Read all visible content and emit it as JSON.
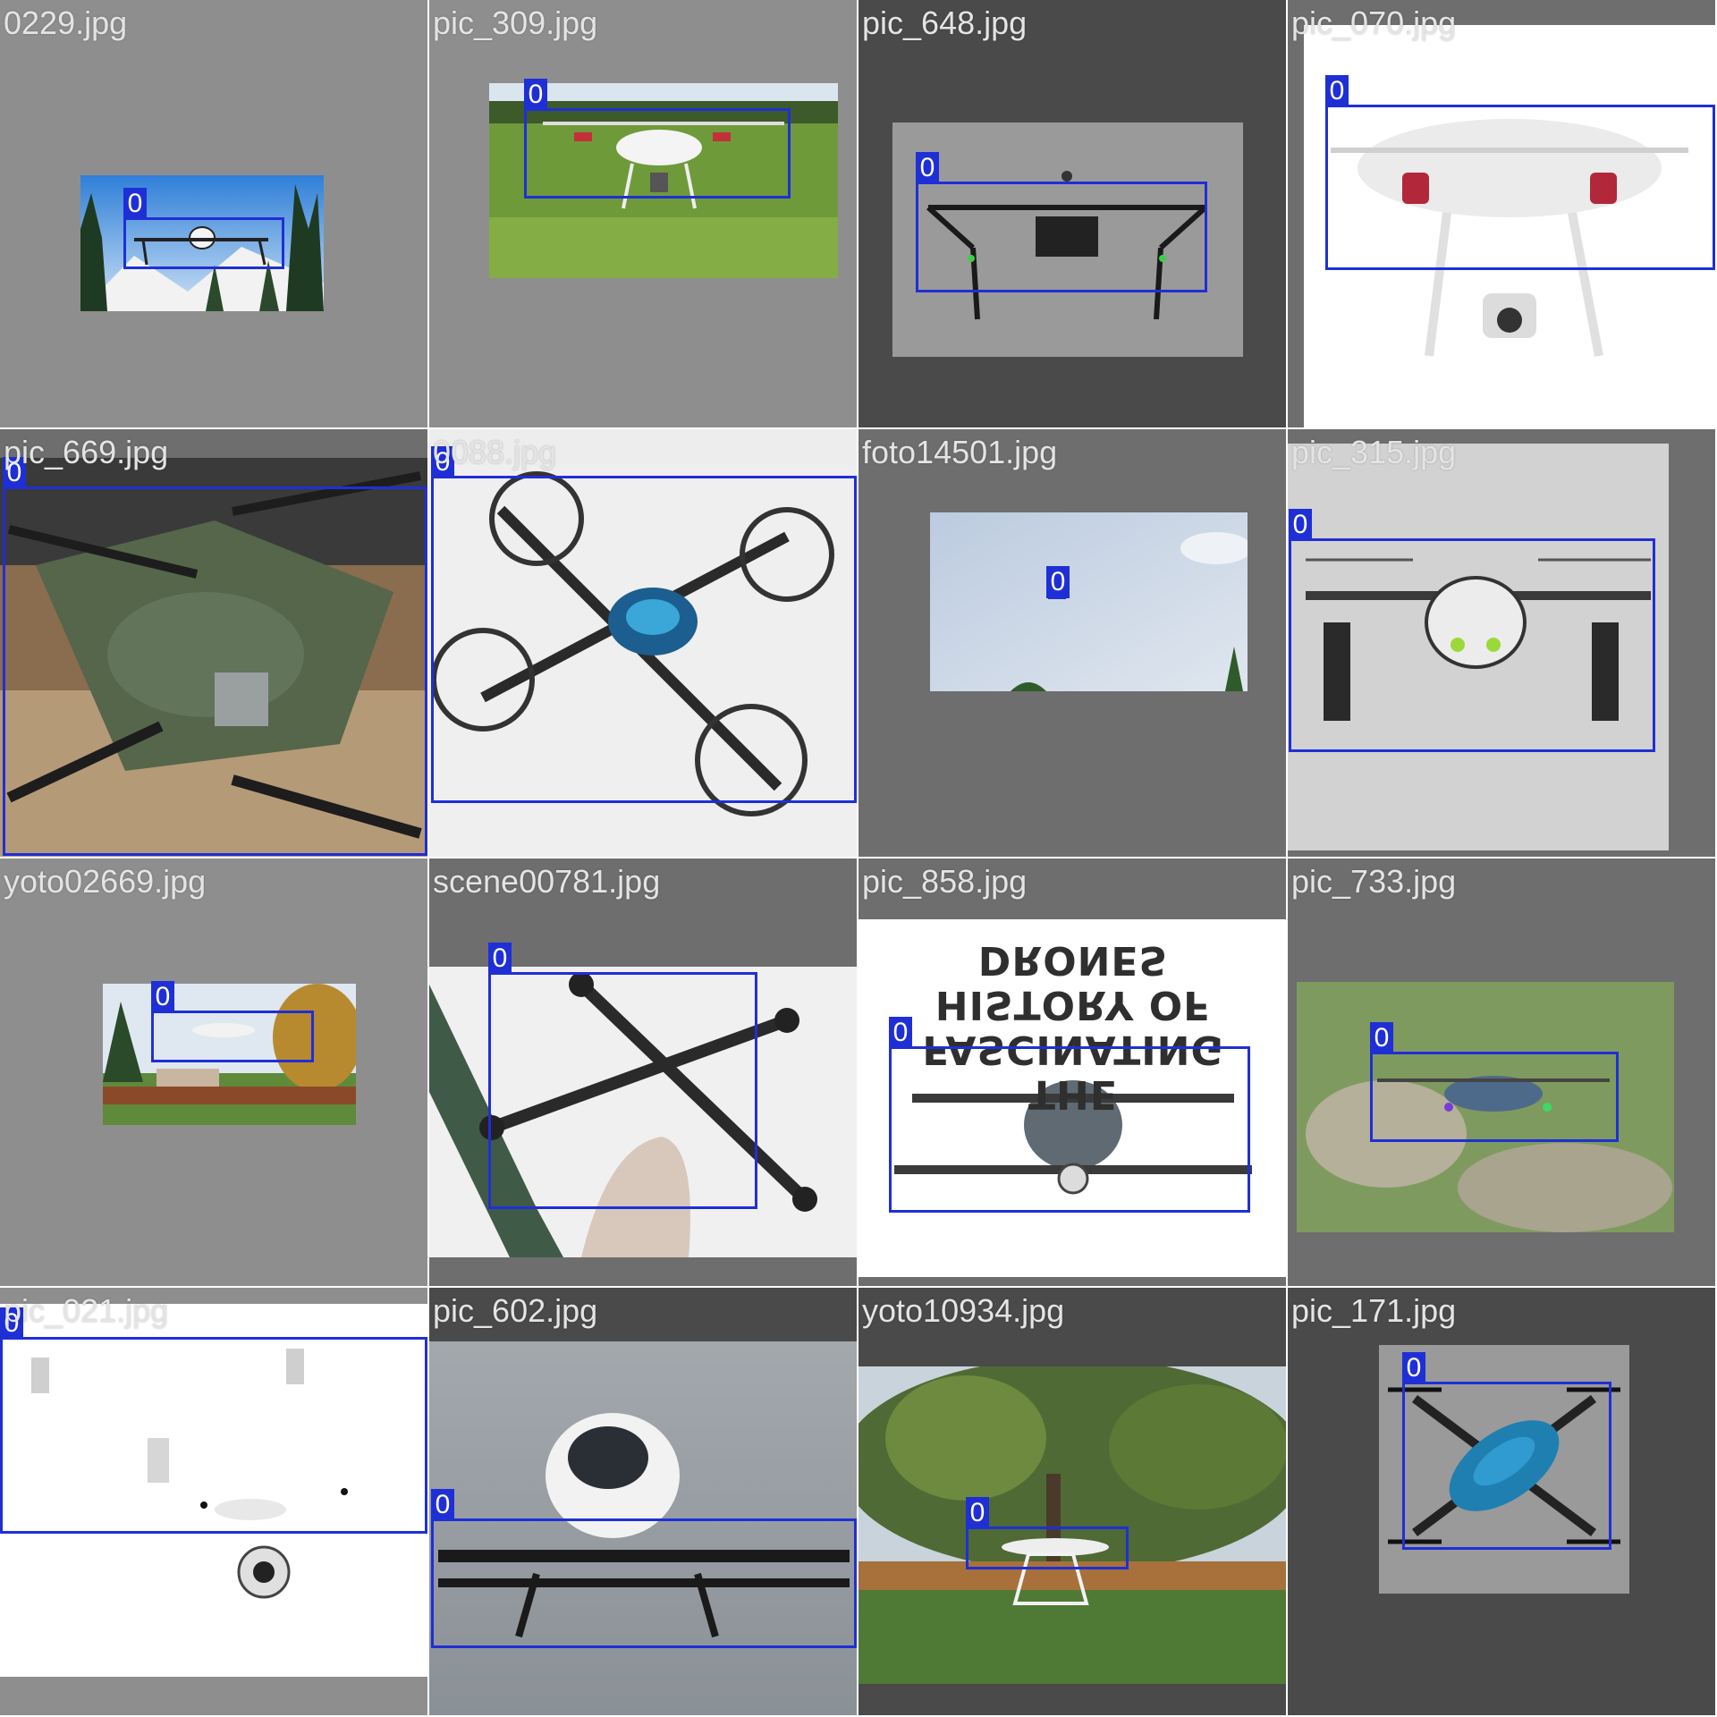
{
  "colors": {
    "box": "#1f2fd6",
    "label_text": "#ffffff",
    "filename_text": "#e4e4e4"
  },
  "tiles": [
    {
      "filename": "0229.jpg",
      "class_label": "0",
      "subject": "drone-bebop"
    },
    {
      "filename": "pic_309.jpg",
      "class_label": "0",
      "subject": "drone-phantom-field"
    },
    {
      "filename": "pic_648.jpg",
      "class_label": "0",
      "subject": "drone-matrice"
    },
    {
      "filename": "pic_070.jpg",
      "class_label": "0",
      "subject": "drone-phantom-white"
    },
    {
      "filename": "pic_669.jpg",
      "class_label": "0",
      "subject": "drone-camo"
    },
    {
      "filename": "0088.jpg",
      "class_label": "0",
      "subject": "drone-toy-blue"
    },
    {
      "filename": "foto14501.jpg",
      "class_label": "0",
      "subject": "sky"
    },
    {
      "filename": "pic_315.jpg",
      "class_label": "0",
      "subject": "drone-mambo"
    },
    {
      "filename": "yoto02669.jpg",
      "class_label": "0",
      "subject": "drone-garden"
    },
    {
      "filename": "scene00781.jpg",
      "class_label": "0",
      "subject": "drone-racing-frame"
    },
    {
      "filename": "pic_858.jpg",
      "class_label": "0",
      "subject": "drone-mavic",
      "poster_lines": [
        "THE FASCINATING",
        "HISTORY OF DRONES"
      ]
    },
    {
      "filename": "pic_733.jpg",
      "class_label": "0",
      "subject": "drone-grass"
    },
    {
      "filename": "pic_021.jpg",
      "class_label": "0",
      "subject": "drone-inverted"
    },
    {
      "filename": "pic_602.jpg",
      "class_label": "0",
      "subject": "drone-ehang"
    },
    {
      "filename": "yoto10934.jpg",
      "class_label": "0",
      "subject": "drone-yard"
    },
    {
      "filename": "pic_171.jpg",
      "class_label": "0",
      "subject": "drone-spark-blue"
    }
  ]
}
